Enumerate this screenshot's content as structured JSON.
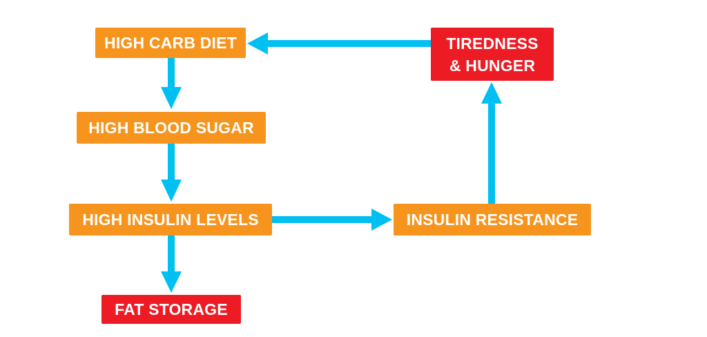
{
  "diagram": {
    "colors": {
      "arrow": "#00BFF3",
      "orange_box": "#F7941D",
      "red_box": "#ED1C24",
      "text": "#FFFFFF",
      "background": "#FFFFFF"
    },
    "nodes": {
      "high_carb_diet": "HIGH CARB DIET",
      "high_blood_sugar": "HIGH BLOOD SUGAR",
      "high_insulin_levels": "HIGH INSULIN LEVELS",
      "fat_storage": "FAT STORAGE",
      "insulin_resistance": "INSULIN RESISTANCE",
      "tiredness_hunger": "TIREDNESS\n& HUNGER"
    },
    "edges": [
      {
        "from": "high_carb_diet",
        "to": "high_blood_sugar"
      },
      {
        "from": "high_blood_sugar",
        "to": "high_insulin_levels"
      },
      {
        "from": "high_insulin_levels",
        "to": "fat_storage"
      },
      {
        "from": "high_insulin_levels",
        "to": "insulin_resistance"
      },
      {
        "from": "insulin_resistance",
        "to": "tiredness_hunger"
      },
      {
        "from": "tiredness_hunger",
        "to": "high_carb_diet"
      }
    ]
  }
}
